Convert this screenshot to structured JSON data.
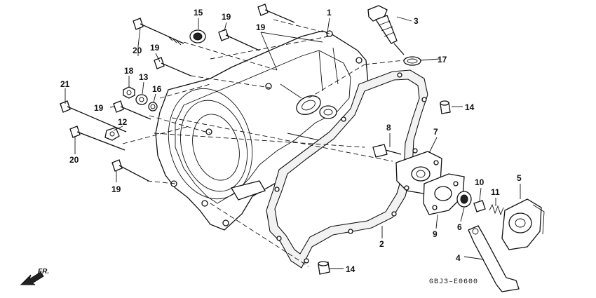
{
  "diagram": {
    "drawing_code": "GBJ3–E0600",
    "direction_label": "FR.",
    "callouts": {
      "p1": "1",
      "p2": "2",
      "p3": "3",
      "p4": "4",
      "p5": "5",
      "p6": "6",
      "p7": "7",
      "p8": "8",
      "p9": "9",
      "p10": "10",
      "p11": "11",
      "p12": "12",
      "p13": "13",
      "p14a": "14",
      "p14b": "14",
      "p15": "15",
      "p16": "16",
      "p17": "17",
      "p18": "18",
      "p19a": "19",
      "p19b": "19",
      "p19c": "19",
      "p19d": "19",
      "p19e": "19",
      "p20a": "20",
      "p20b": "20",
      "p21": "21"
    }
  }
}
